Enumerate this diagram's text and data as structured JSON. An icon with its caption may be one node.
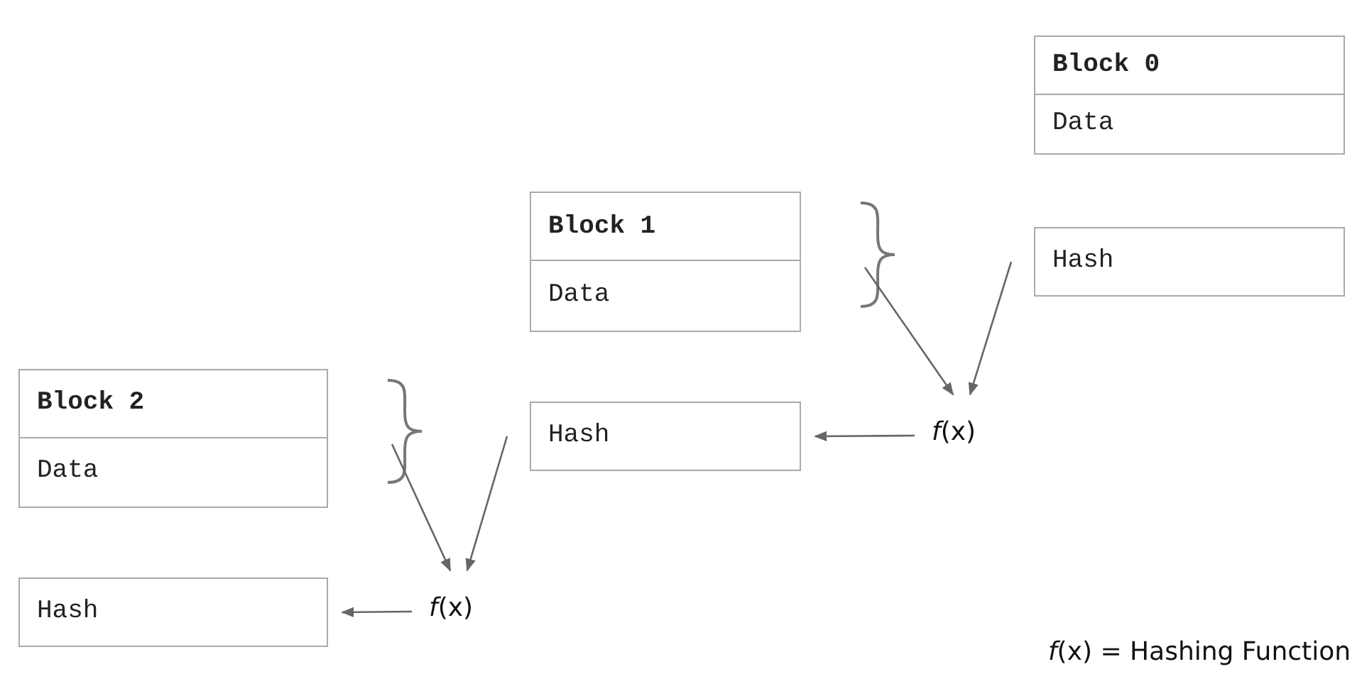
{
  "diagram": {
    "nodes": [
      {
        "text": [
          "Block 0",
          "Data"
        ]
      },
      {
        "text": [
          "Hash"
        ]
      },
      {
        "text": [
          "Block 1",
          "Data"
        ]
      },
      {
        "text": [
          "*f*(x)"
        ]
      },
      {
        "text": [
          "Hash"
        ]
      },
      {
        "text": [
          "Block 2",
          "Data"
        ]
      },
      {
        "text": [
          "*f*(x)"
        ]
      },
      {
        "text": [
          "Hash"
        ]
      }
    ],
    "edges": [
      {
        "from": 2,
        "to": 3,
        "arrow": "to"
      },
      {
        "from": 1,
        "to": 3,
        "arrow": "to"
      },
      {
        "from": 3,
        "to": 4,
        "arrow": "to"
      },
      {
        "from": 5,
        "to": 6,
        "arrow": "to"
      },
      {
        "from": 4,
        "to": 6,
        "arrow": "to"
      },
      {
        "from": 6,
        "to": 7,
        "arrow": "to"
      }
    ],
    "labels": [
      "*f*(x) = Hashing Function"
    ]
  }
}
